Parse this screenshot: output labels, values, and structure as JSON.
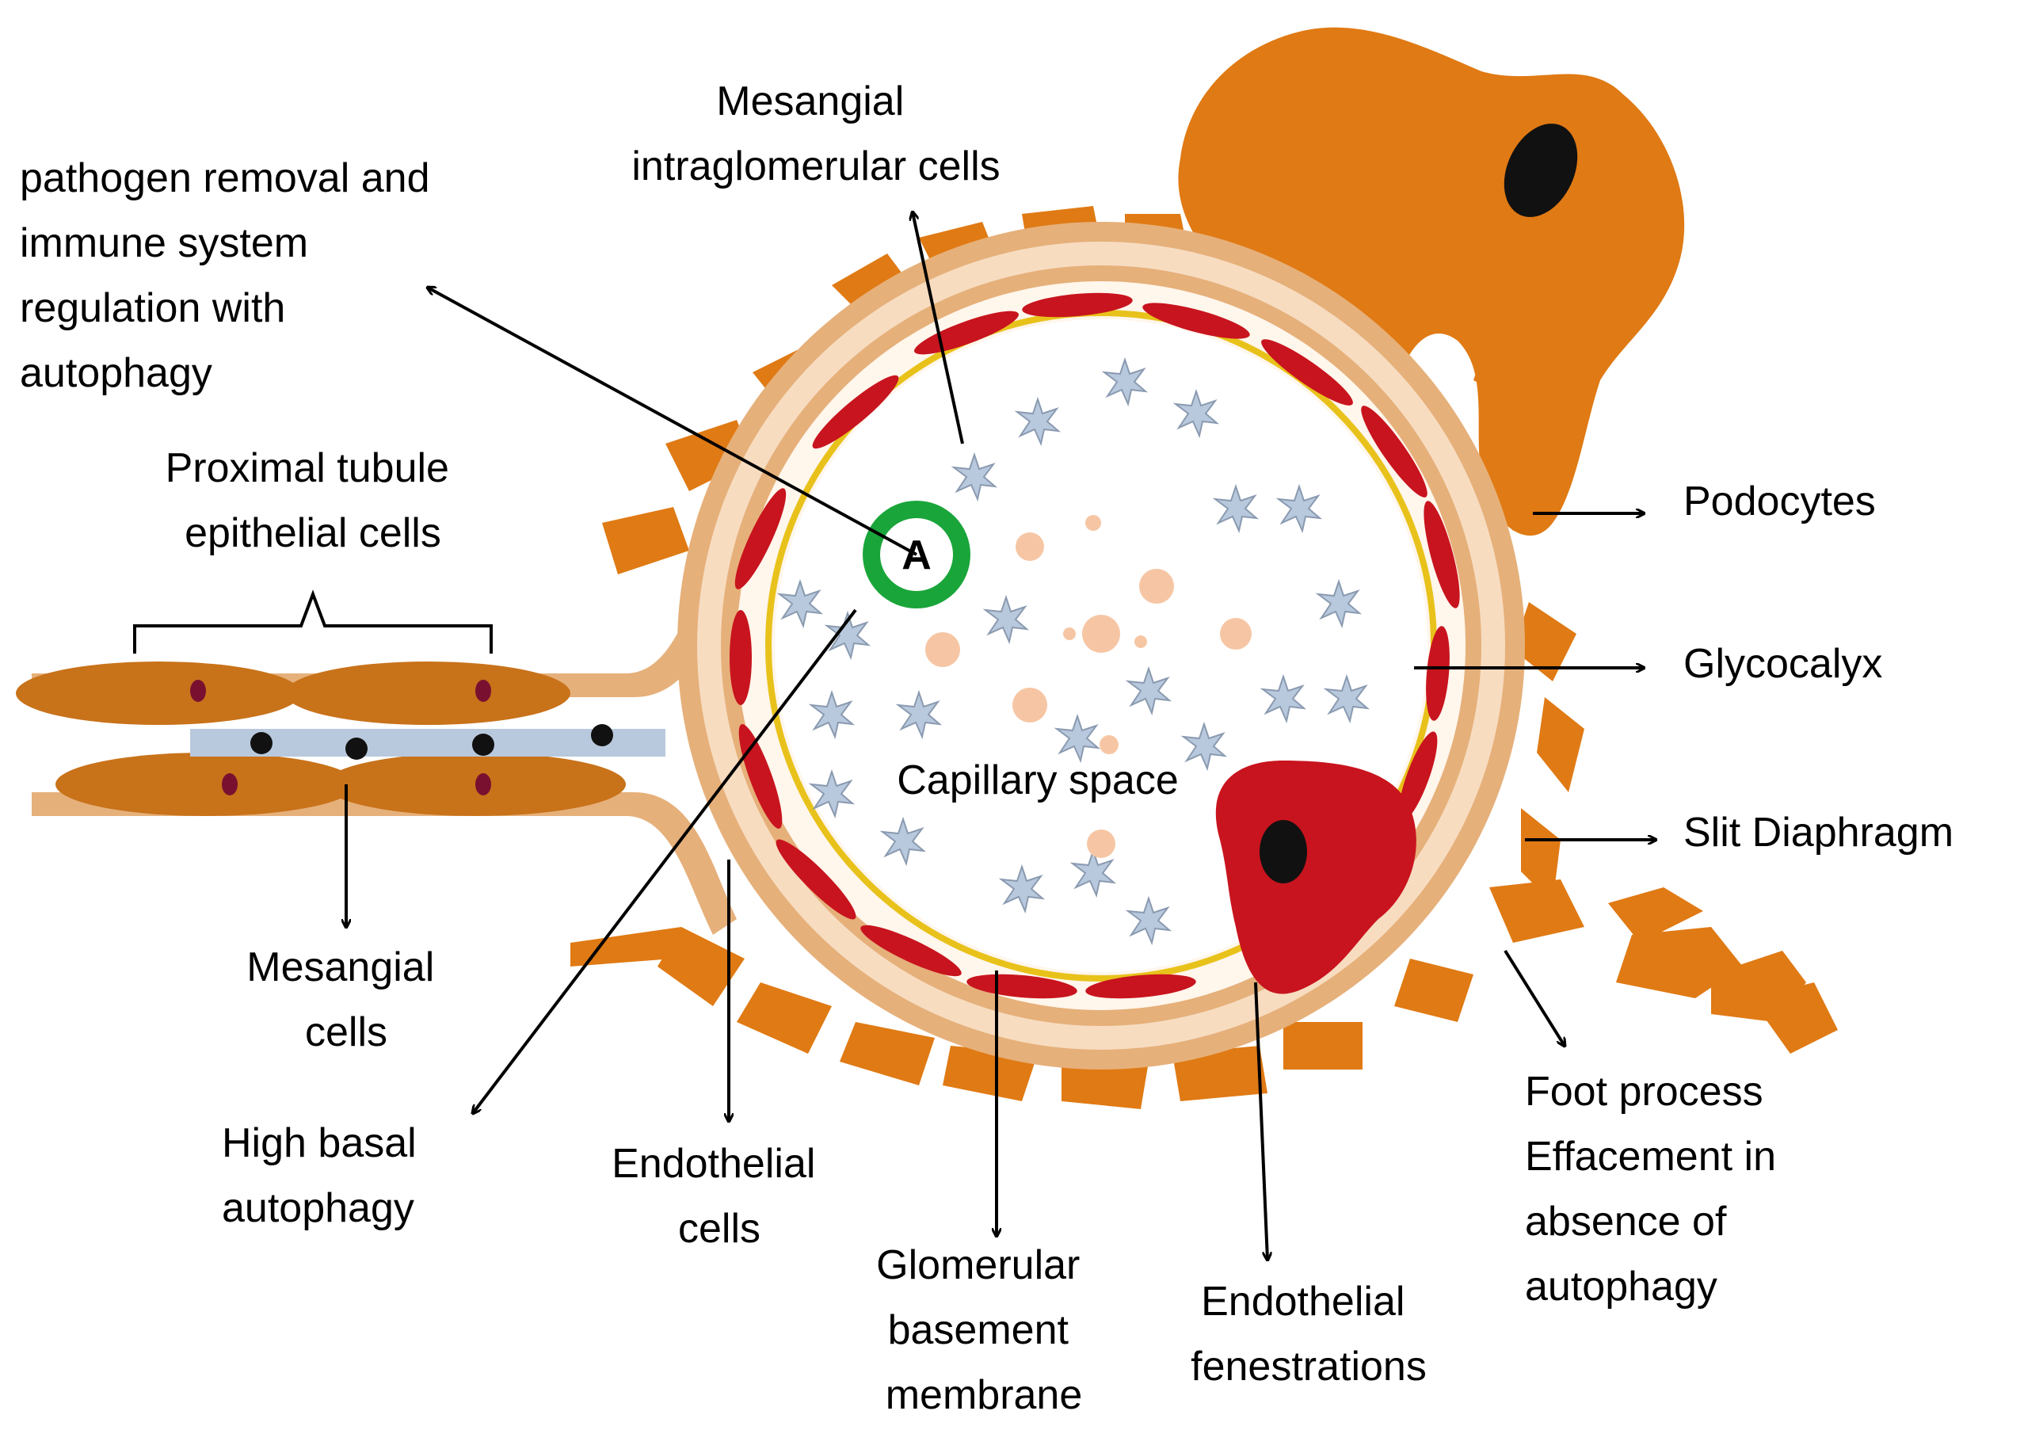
{
  "labels": {
    "mesangial_intraglomerular": [
      "Mesangial",
      "intraglomerular cells"
    ],
    "pathogen_removal": [
      "pathogen removal and",
      "immune system",
      "regulation with",
      "autophagy"
    ],
    "proximal_tubule": [
      "Proximal tubule",
      "epithelial cells"
    ],
    "podocytes": "Podocytes",
    "glycocalyx": "Glycocalyx",
    "slit_diaphragm": "Slit Diaphragm",
    "capillary_space": "Capillary space",
    "mesangial_cells": [
      "Mesangial",
      "cells"
    ],
    "high_basal_autophagy": [
      "High basal",
      "autophagy"
    ],
    "endothelial_cells": [
      "Endothelial",
      "cells"
    ],
    "gbm": [
      "Glomerular",
      "basement",
      "membrane"
    ],
    "endothelial_fenestrations": [
      "Endothelial",
      "fenestrations"
    ],
    "foot_process": [
      "Foot process",
      "Effacement in",
      "absence of",
      "autophagy"
    ],
    "marker_a": "A"
  },
  "colors": {
    "podocyte": "#e07a14",
    "membrane_outer": "#e6b07a",
    "membrane_inner": "#f7dcc0",
    "glycocalyx": "#e8c21a",
    "endothelial": "#c8141e",
    "mesangial": "#b8c8dc",
    "marker_ring": "#1aa53a",
    "capillary_dot": "#f6c6a4",
    "slit": "#8fd24e",
    "arrow": "#000000"
  }
}
